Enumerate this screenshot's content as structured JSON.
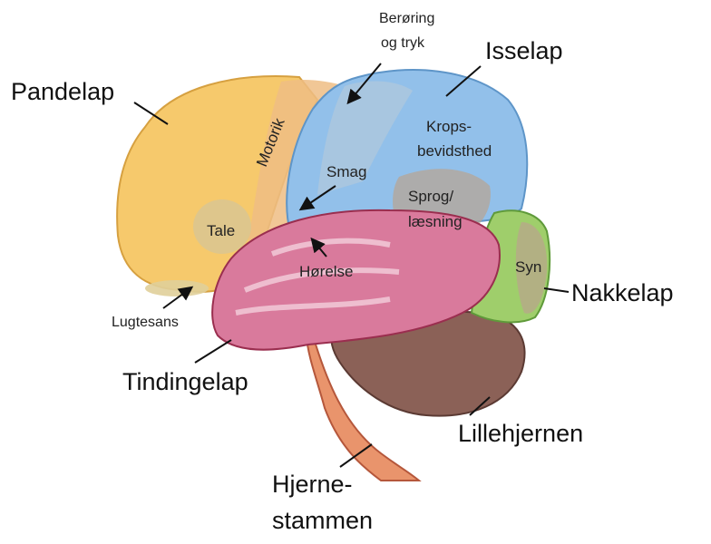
{
  "title": "Brain lobes diagram",
  "lobes": {
    "frontal": "Pandelap",
    "parietal": "Isselap",
    "temporal": "Tindingelap",
    "occipital": "Nakkelap",
    "cerebellum": "Lillehjernen",
    "brainstem_line1": "Hjerne-",
    "brainstem_line2": "stammen"
  },
  "functions": {
    "touch_line1": "Berøring",
    "touch_line2": "og tryk",
    "body_line1": "Krops-",
    "body_line2": "bevidsthed",
    "motor": "Motorik",
    "taste": "Smag",
    "language_line1": "Sprog/",
    "language_line2": "læsning",
    "speech": "Tale",
    "hearing": "Hørelse",
    "vision": "Syn",
    "smell": "Lugtesans"
  },
  "colors": {
    "frontal": "#f6c96c",
    "parietal": "#92c0ea",
    "temporal": "#d97a9c",
    "occipital": "#9fce6b",
    "cerebellum": "#8b6157",
    "brainstem": "#e9946c"
  }
}
